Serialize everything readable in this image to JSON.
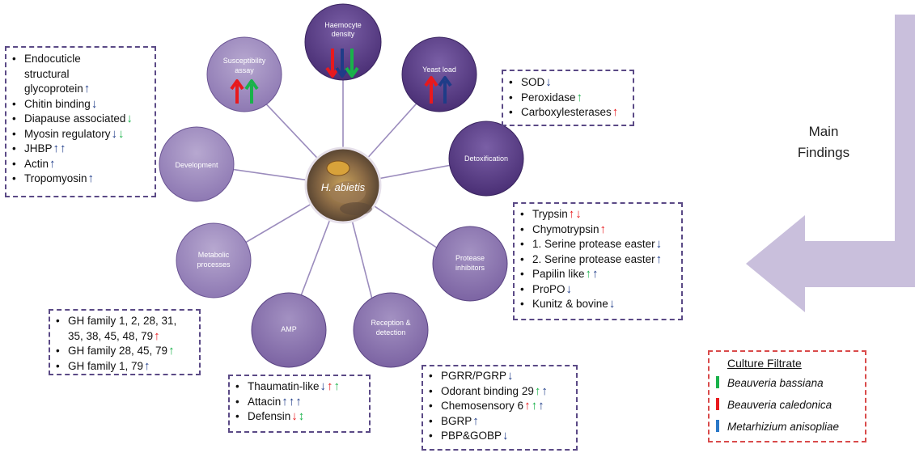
{
  "center": {
    "label": "H. abietis"
  },
  "nodes": [
    {
      "id": "haemocyte",
      "label": "Haemocyte density",
      "lines": [
        "Haemocyte",
        "density"
      ],
      "arrows": [
        "r-down",
        "b-down",
        "g-down"
      ]
    },
    {
      "id": "yeast",
      "label": "Yeast load",
      "lines": [
        "Yeast load"
      ],
      "arrows": [
        "r-up",
        "b-up"
      ]
    },
    {
      "id": "detox",
      "label": "Detoxification",
      "lines": [
        "Detoxification"
      ],
      "arrows": []
    },
    {
      "id": "protease",
      "label": "Protease inhibitors",
      "lines": [
        "Protease",
        "inhibitors"
      ],
      "arrows": []
    },
    {
      "id": "reception",
      "label": "Reception & detection",
      "lines": [
        "Reception &",
        "detection"
      ],
      "arrows": []
    },
    {
      "id": "amp",
      "label": "AMP",
      "lines": [
        "AMP"
      ],
      "arrows": []
    },
    {
      "id": "metabolic",
      "label": "Metabolic processes",
      "lines": [
        "Metabolic",
        "processes"
      ],
      "arrows": []
    },
    {
      "id": "development",
      "label": "Development",
      "lines": [
        "Development"
      ],
      "arrows": []
    },
    {
      "id": "susceptibility",
      "label": "Susceptibility assay",
      "lines": [
        "Susceptibility",
        "assay"
      ],
      "arrows": [
        "r-up",
        "g-up"
      ]
    }
  ],
  "boxes": {
    "development": [
      {
        "text": "Endocuticle",
        "arrows": []
      },
      {
        "text": "structural",
        "arrows": [],
        "nobullet": true
      },
      {
        "text": "glycoprotein",
        "arrows": [
          "b-up"
        ],
        "nobullet": true
      },
      {
        "text": "Chitin binding",
        "arrows": [
          "b-down"
        ]
      },
      {
        "text": "Diapause associated",
        "arrows": [
          "g-down"
        ]
      },
      {
        "text": "Myosin regulatory",
        "arrows": [
          "b-down",
          "g-down"
        ]
      },
      {
        "text": "JHBP",
        "arrows": [
          "b-up",
          "b-up"
        ]
      },
      {
        "text": "Actin",
        "arrows": [
          "b-up"
        ]
      },
      {
        "text": "Tropomyosin",
        "arrows": [
          "b-up"
        ]
      }
    ],
    "detox": [
      {
        "text": "SOD",
        "arrows": [
          "b-down"
        ]
      },
      {
        "text": "Peroxidase",
        "arrows": [
          "g-up"
        ]
      },
      {
        "text": "Carboxylesterases",
        "arrows": [
          "r-up"
        ]
      }
    ],
    "protease": [
      {
        "text": "Trypsin",
        "arrows": [
          "r-up",
          "r-down"
        ]
      },
      {
        "text": "Chymotrypsin",
        "arrows": [
          "r-up"
        ]
      },
      {
        "text": "1. Serine protease easter",
        "arrows": [
          "b-down"
        ]
      },
      {
        "text": "2. Serine protease easter",
        "arrows": [
          "b-up"
        ]
      },
      {
        "text": "Papilin like",
        "arrows": [
          "g-up",
          "b-up"
        ]
      },
      {
        "text": "ProPO",
        "arrows": [
          "b-down"
        ]
      },
      {
        "text": "Kunitz & bovine",
        "arrows": [
          "b-down"
        ]
      }
    ],
    "metabolic": [
      {
        "text": "GH family 1, 2, 28, 31,",
        "arrows": []
      },
      {
        "text": "35, 38, 45, 48, 79",
        "arrows": [
          "r-up"
        ],
        "nobullet": true
      },
      {
        "text": "GH family 28, 45, 79",
        "arrows": [
          "g-up"
        ]
      },
      {
        "text": "GH family 1, 79",
        "arrows": [
          "b-up"
        ]
      }
    ],
    "amp": [
      {
        "text": "Thaumatin-like",
        "arrows": [
          "b-down",
          "r-up",
          "g-up"
        ]
      },
      {
        "text": "Attacin",
        "arrows": [
          "b-up",
          "b-up",
          "b-up"
        ]
      },
      {
        "text": "Defensin",
        "arrows": [
          "r-down",
          "g-updown"
        ]
      }
    ],
    "reception": [
      {
        "text": "PGRR/PGRP",
        "arrows": [
          "b-down"
        ]
      },
      {
        "text": "Odorant binding  29",
        "arrows": [
          "g-up",
          "b-up"
        ]
      },
      {
        "text": "Chemosensory 6",
        "arrows": [
          "r-up",
          "g-up",
          "b-up"
        ]
      },
      {
        "text": "BGRP",
        "arrows": [
          "b-up"
        ]
      },
      {
        "text": "PBP&GOBP",
        "arrows": [
          "b-down"
        ]
      }
    ]
  },
  "main_findings": {
    "line1": "Main",
    "line2": "Findings"
  },
  "legend": {
    "title": "Culture Filtrate",
    "items": [
      {
        "label": "Beauveria bassiana",
        "color": "#19b24a"
      },
      {
        "label": "Beauveria caledonica",
        "color": "#e8191d"
      },
      {
        "label": "Metarhizium anisopliae",
        "color": "#2a78c8"
      }
    ]
  },
  "colors": {
    "red": "#e8191d",
    "green": "#19b24a",
    "blue": "#1f3c88",
    "node_dark": "#5b3d86",
    "node_light": "#8a73ad",
    "arrow_shape": "#c9bfdc",
    "box_border": "#5b4a86"
  }
}
